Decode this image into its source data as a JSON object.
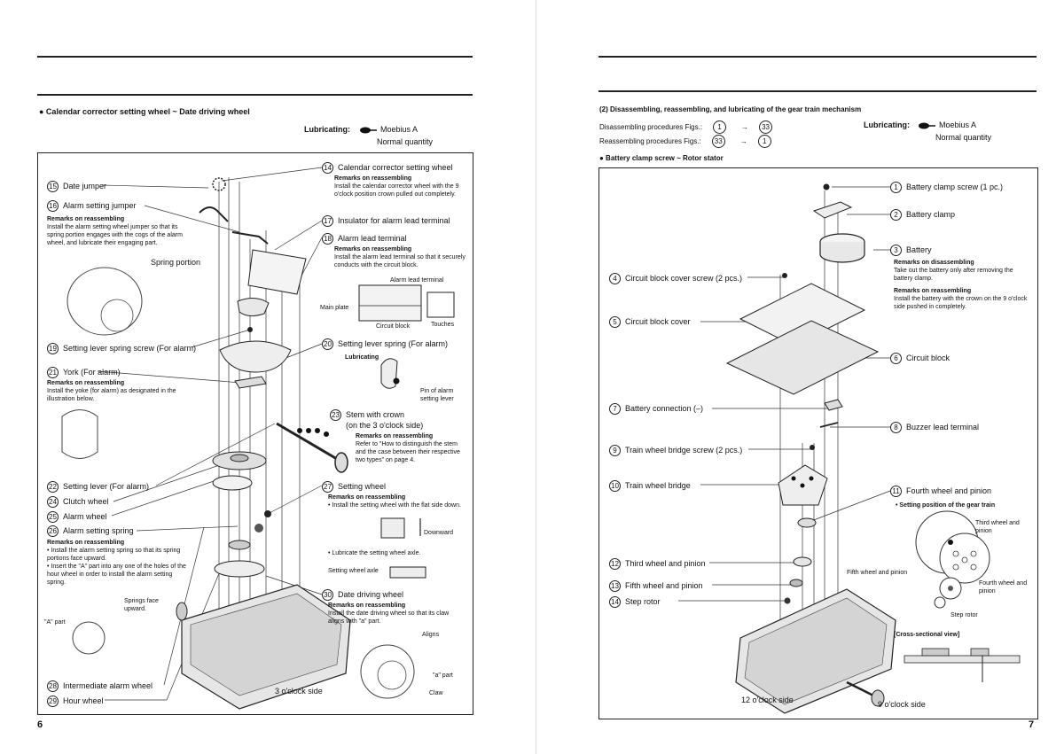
{
  "left": {
    "section_title": "● Calendar corrector setting wheel ~ Date driving wheel",
    "lubricating_label": "Lubricating:",
    "lubricant": "Moebius A",
    "quantity": "Normal quantity",
    "labels": [
      {
        "n": "14",
        "t": "Calendar corrector setting wheel"
      },
      {
        "n": "15",
        "t": "Date jumper"
      },
      {
        "n": "16",
        "t": "Alarm setting jumper"
      },
      {
        "n": "17",
        "t": "Insulator for alarm lead terminal"
      },
      {
        "n": "18",
        "t": "Alarm lead terminal"
      },
      {
        "n": "19",
        "t": "Setting lever spring screw (For alarm)"
      },
      {
        "n": "20",
        "t": "Setting lever spring (For alarm)"
      },
      {
        "n": "21",
        "t": "York (For alarm)"
      },
      {
        "n": "23",
        "t": "Stem with crown"
      },
      {
        "n": "22",
        "t": "Setting lever (For alarm)"
      },
      {
        "n": "24",
        "t": "Clutch wheel"
      },
      {
        "n": "25",
        "t": "Alarm wheel"
      },
      {
        "n": "26",
        "t": "Alarm setting spring"
      },
      {
        "n": "27",
        "t": "Setting wheel"
      },
      {
        "n": "30",
        "t": "Date driving wheel"
      },
      {
        "n": "28",
        "t": "Intermediate alarm wheel"
      },
      {
        "n": "29",
        "t": "Hour wheel"
      }
    ],
    "stem_sub": "(on the 3 o'clock side)",
    "notes": {
      "n14_h": "Remarks on reassembling",
      "n14": "Install the calendar corrector wheel with the 9 o'clock position crown pulled out completely.",
      "n16_h": "Remarks on reassembling",
      "n16": "Install the alarm setting wheel jumper so that its spring portion engages with the cogs of the alarm wheel, and lubricate their engaging part.",
      "spring_portion": "Spring portion",
      "n18_h": "Remarks on reassembling",
      "n18": "Install the alarm lead terminal so that it securely conducts with the circuit block.",
      "alarm_lead_terminal": "Alarm lead terminal",
      "main_plate": "Main plate",
      "circuit_block": "Circuit block",
      "touches": "Touches",
      "n20_h": "Lubricating",
      "pin_alarm": "Pin of alarm setting lever",
      "n21_h": "Remarks on reassembling",
      "n21": "Install the yoke (for alarm) as designated in the illustration below.",
      "n23_h": "Remarks on reassembling",
      "n23": "Refer to \"How to distinguish the stem and the case between their respective two types\" on page 4.",
      "n27_h": "Remarks on reassembling",
      "n27": "• Install the setting wheel with the flat side down.",
      "downward": "Downward",
      "lube_axle": "• Lubricate the setting wheel axle.",
      "setting_wheel_axle": "Setting wheel axle",
      "n26_h": "Remarks on reassembling",
      "n26a": "• Install the alarm setting spring so that its spring portions face upward.",
      "n26b": "• Insert the \"A\" part into any one of the holes of the hour wheel in order to install the alarm setting spring.",
      "springs_face": "Springs face upward.",
      "a_part": "\"A\" part",
      "n30_h": "Remarks on reassembling",
      "n30": "Install the date driving wheel so that its claw aligns with \"a\" part.",
      "aligns": "Aligns",
      "a_part_small": "\"a\" part",
      "claw": "Claw",
      "three_oclock": "3 o'clock side"
    },
    "page_number": "6"
  },
  "right": {
    "section_title": "(2) Disassembling, reassembling, and lubricating of the gear train mechanism",
    "dis_label": "Disassembling procedures Figs.:",
    "dis_from": "1",
    "dis_to": "33",
    "re_label": "Reassembling procedures Figs.:",
    "re_from": "33",
    "re_to": "1",
    "arrow": "→",
    "lubricating_label": "Lubricating:",
    "lubricant": "Moebius A",
    "quantity": "Normal quantity",
    "sub_title": "● Battery clamp screw ~ Rotor stator",
    "labels": [
      {
        "n": "1",
        "t": "Battery clamp screw (1 pc.)"
      },
      {
        "n": "2",
        "t": "Battery clamp"
      },
      {
        "n": "3",
        "t": "Battery"
      },
      {
        "n": "4",
        "t": "Circuit block cover screw (2 pcs.)"
      },
      {
        "n": "5",
        "t": "Circuit block cover"
      },
      {
        "n": "6",
        "t": "Circuit block"
      },
      {
        "n": "7",
        "t": "Battery connection (–)"
      },
      {
        "n": "8",
        "t": "Buzzer lead terminal"
      },
      {
        "n": "9",
        "t": "Train wheel bridge screw (2 pcs.)"
      },
      {
        "n": "10",
        "t": "Train wheel bridge"
      },
      {
        "n": "11",
        "t": "Fourth wheel and pinion"
      },
      {
        "n": "12",
        "t": "Third wheel and pinion"
      },
      {
        "n": "13",
        "t": "Fifth wheel and pinion"
      },
      {
        "n": "14",
        "t": "Step rotor"
      }
    ],
    "notes": {
      "dis_h": "Remarks on disassembling",
      "dis": "Take out the battery only after removing the battery clamp.",
      "re_h": "Remarks on reassembling",
      "re": "Install the battery with the crown on the 9 o'clock side pushed in completely.",
      "setting_pos": "• Setting position of the gear train",
      "third_wheel": "Third wheel and pinion",
      "fifth_wheel": "Fifth wheel and pinion",
      "fourth_wheel": "Fourth wheel and pinion",
      "step_rotor": "Step rotor",
      "cross_section": "[Cross-sectional view]",
      "twelve": "12 o'clock side",
      "nine": "9 o'clock side"
    },
    "page_number": "7"
  }
}
